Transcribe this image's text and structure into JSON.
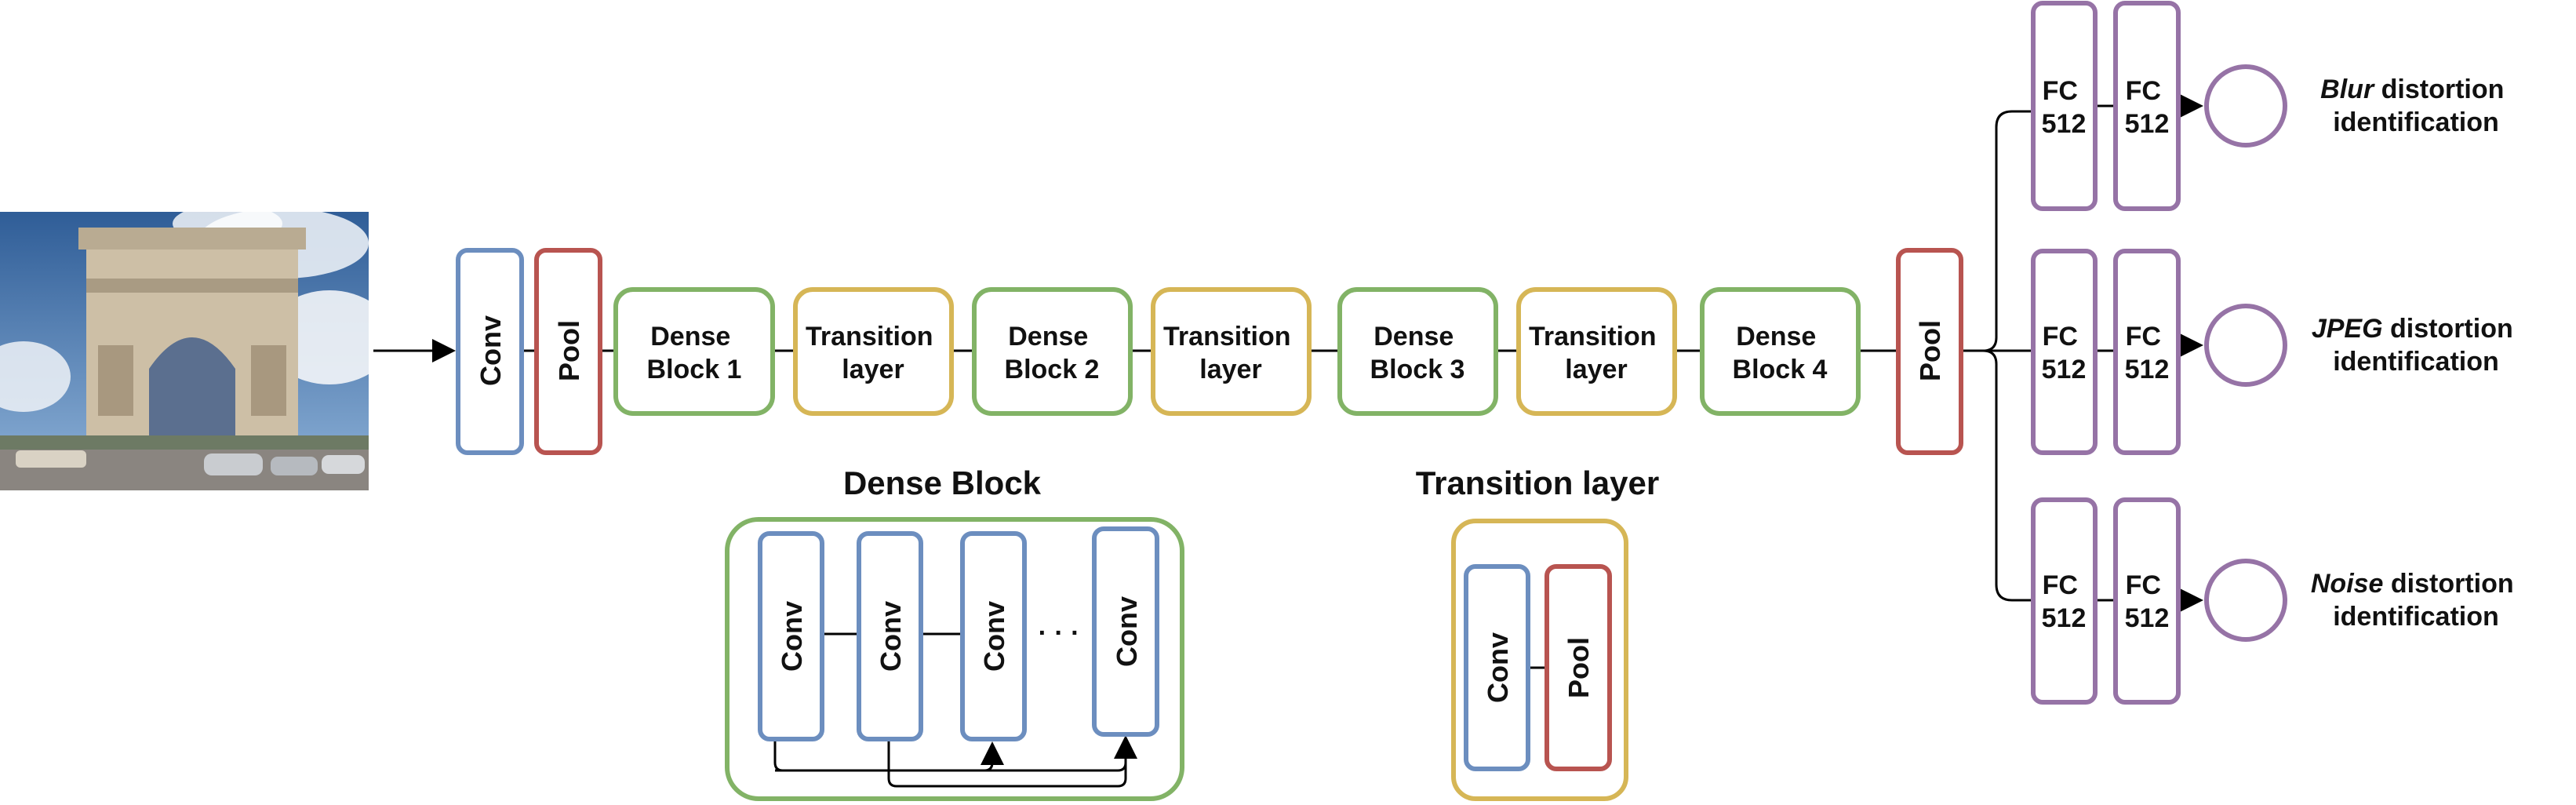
{
  "input": {
    "image_alt": "Arc de Triomphe photo"
  },
  "main_chain": {
    "conv": "Conv",
    "pool1": "Pool",
    "dense_block_1": [
      "Dense",
      "Block 1"
    ],
    "transition_1": [
      "Transition",
      "layer"
    ],
    "dense_block_2": [
      "Dense",
      "Block 2"
    ],
    "transition_2": [
      "Transition",
      "layer"
    ],
    "dense_block_3": [
      "Dense",
      "Block 3"
    ],
    "transition_3": [
      "Transition",
      "layer"
    ],
    "dense_block_4": [
      "Dense",
      "Block 4"
    ],
    "pool2": "Pool"
  },
  "dense_block_detail": {
    "title": "Dense Block",
    "convs": [
      "Conv",
      "Conv",
      "Conv",
      "Conv"
    ],
    "ellipsis": "· · ·"
  },
  "transition_detail": {
    "title": "Transition layer",
    "conv": "Conv",
    "pool": "Pool"
  },
  "branches": [
    {
      "fc1": [
        "FC",
        "512"
      ],
      "fc2": [
        "FC",
        "512"
      ],
      "label_em": "Blur",
      "label_rest": " distortion",
      "label_line2": "identification"
    },
    {
      "fc1": [
        "FC",
        "512"
      ],
      "fc2": [
        "FC",
        "512"
      ],
      "label_em": "JPEG",
      "label_rest": " distortion",
      "label_line2": "identification"
    },
    {
      "fc1": [
        "FC",
        "512"
      ],
      "fc2": [
        "FC",
        "512"
      ],
      "label_em": "Noise",
      "label_rest": " distortion",
      "label_line2": "identification"
    }
  ],
  "colors": {
    "conv": "#6C8EBF",
    "pool": "#B85450",
    "dense": "#82B366",
    "transition": "#D6B656",
    "fc": "#9673A6",
    "line": "#000000"
  }
}
